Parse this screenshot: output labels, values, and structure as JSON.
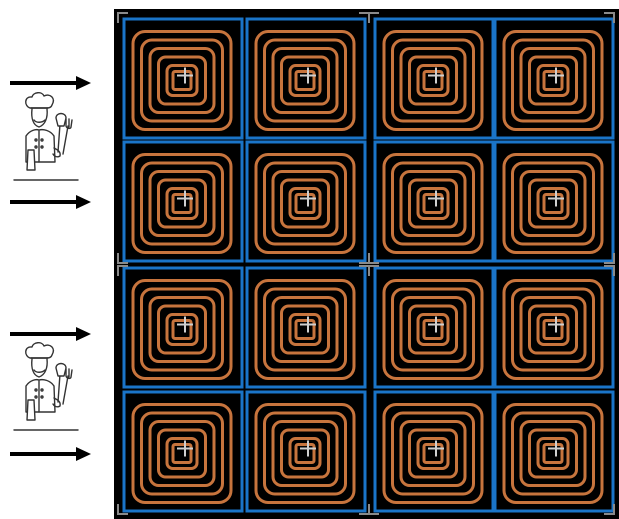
{
  "colors": {
    "background": "#ffffff",
    "board": "#000000",
    "cell_border": "#1a74c8",
    "coil": "#c7743d",
    "center_mark": "#cfcfcf",
    "corner_mark": "#8a8a8a",
    "arrow": "#000000",
    "chef_line": "#333333"
  },
  "board": {
    "rows": 4,
    "cols": 4,
    "coil_rings_per_cell": 5
  },
  "side_panel": {
    "arrows": 4,
    "arrow_direction": "right",
    "figures": [
      {
        "icon": "chef-icon"
      },
      {
        "icon": "chef-icon"
      }
    ]
  }
}
